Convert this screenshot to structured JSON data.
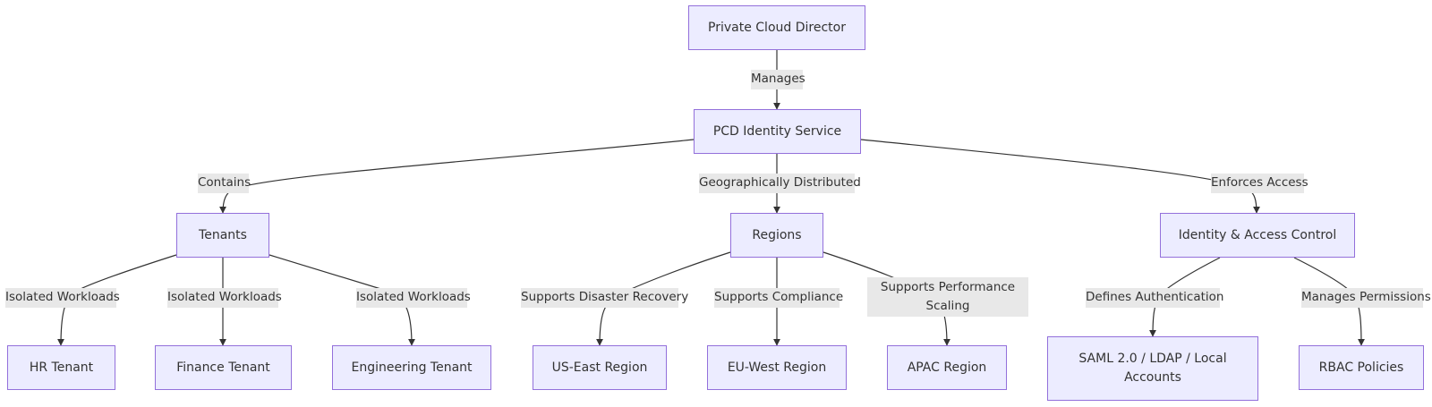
{
  "nodes": {
    "private_cloud_director": "Private Cloud Director",
    "pcd_identity_service": "PCD Identity Service",
    "tenants": "Tenants",
    "regions": "Regions",
    "identity_access_control": "Identity & Access Control",
    "hr_tenant": "HR Tenant",
    "finance_tenant": "Finance Tenant",
    "engineering_tenant": "Engineering Tenant",
    "us_east_region": "US-East Region",
    "eu_west_region": "EU-West Region",
    "apac_region": "APAC Region",
    "auth_methods": "SAML 2.0 / LDAP / Local Accounts",
    "rbac_policies": "RBAC Policies"
  },
  "edges": {
    "manages": "Manages",
    "contains": "Contains",
    "geographically_distributed": "Geographically Distributed",
    "enforces_access": "Enforces Access",
    "isolated_workloads_hr": "Isolated Workloads",
    "isolated_workloads_finance": "Isolated Workloads",
    "isolated_workloads_engineering": "Isolated Workloads",
    "supports_disaster_recovery": "Supports Disaster Recovery",
    "supports_compliance": "Supports Compliance",
    "supports_performance_scaling": "Supports Performance Scaling",
    "defines_authentication": "Defines Authentication",
    "manages_permissions": "Manages Permissions"
  },
  "colors": {
    "node_fill": "#ECECFF",
    "node_border": "#9370DB",
    "edge_stroke": "#333333",
    "label_background": "#e8e8e8",
    "text": "#333333"
  }
}
